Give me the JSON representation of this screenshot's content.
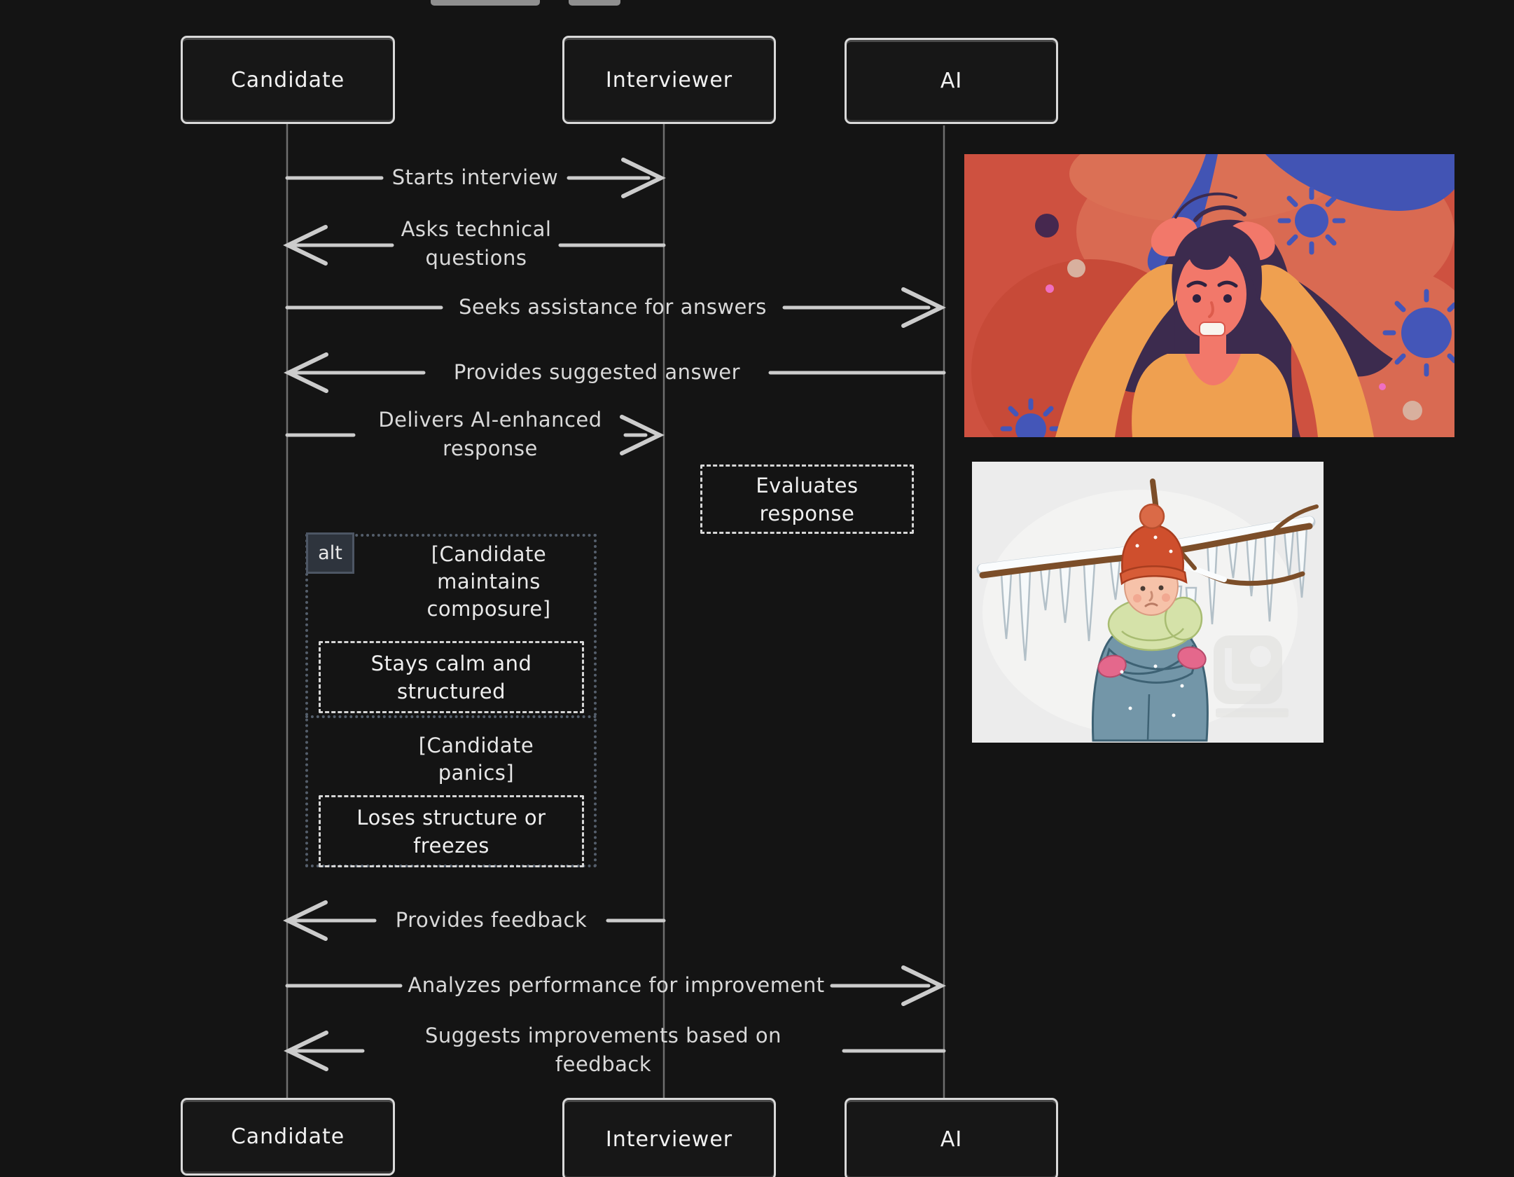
{
  "diagram": {
    "actors": [
      {
        "name": "Candidate"
      },
      {
        "name": "Interviewer"
      },
      {
        "name": "AI"
      }
    ],
    "messages": [
      {
        "from": "Candidate",
        "to": "Interviewer",
        "label": "Starts interview"
      },
      {
        "from": "Interviewer",
        "to": "Candidate",
        "label": "Asks technical\nquestions"
      },
      {
        "from": "Candidate",
        "to": "AI",
        "label": "Seeks assistance for answers"
      },
      {
        "from": "AI",
        "to": "Candidate",
        "label": "Provides suggested answer"
      },
      {
        "from": "Candidate",
        "to": "Interviewer",
        "label": "Delivers AI-enhanced\nresponse"
      },
      {
        "from": "Interviewer",
        "to": "Candidate",
        "label": "Provides feedback"
      },
      {
        "from": "Candidate",
        "to": "AI",
        "label": "Analyzes performance for improvement"
      },
      {
        "from": "AI",
        "to": "Candidate",
        "label": "Suggests improvements based on\nfeedback"
      }
    ],
    "notes": {
      "evaluates": "Evaluates\nresponse"
    },
    "alt": {
      "label": "alt",
      "sections": [
        {
          "condition": "[Candidate\nmaintains\ncomposure]",
          "action": "Stays calm and\nstructured"
        },
        {
          "condition": "[Candidate\npanics]",
          "action": "Loses structure or\nfreezes"
        }
      ]
    }
  },
  "images": {
    "stressed": {
      "description": "stressed woman holding head illustration"
    },
    "freezing": {
      "description": "freezing person under snowy branch with icicles illustration"
    }
  },
  "colors": {
    "background": "#141414",
    "diagram_stroke": "#cccccc",
    "actor_border": "#d9d9d9",
    "alt_frame": "#545e6b",
    "stressed_bg": "#ce5140",
    "freezing_bg": "#ececec"
  }
}
